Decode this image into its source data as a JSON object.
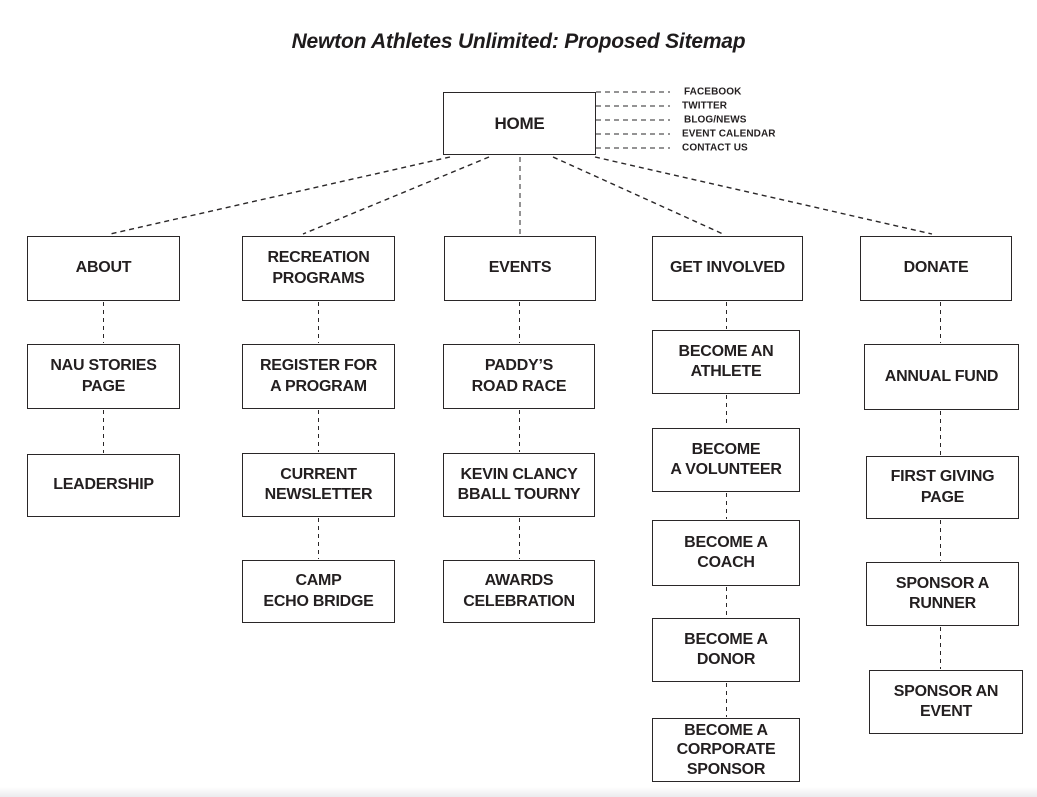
{
  "title": "Newton Athletes Unlimited: Proposed Sitemap",
  "home": {
    "label": "HOME"
  },
  "quick_links": [
    "FACEBOOK",
    "TWITTER",
    "BLOG/NEWS",
    "EVENT CALENDAR",
    "CONTACT US"
  ],
  "columns": [
    {
      "label": "ABOUT",
      "children": [
        "NAU STORIES\nPAGE",
        "LEADERSHIP"
      ]
    },
    {
      "label": "RECREATION\nPROGRAMS",
      "children": [
        "REGISTER FOR\nA PROGRAM",
        "CURRENT\nNEWSLETTER",
        "CAMP\nECHO BRIDGE"
      ]
    },
    {
      "label": "EVENTS",
      "children": [
        "PADDY’S\nROAD RACE",
        "KEVIN CLANCY\nBBALL TOURNY",
        "AWARDS\nCELEBRATION"
      ]
    },
    {
      "label": "GET INVOLVED",
      "children": [
        "BECOME AN\nATHLETE",
        "BECOME\nA VOLUNTEER",
        "BECOME A COACH",
        "BECOME A\nDONOR",
        "BECOME A\nCORPORATE\nSPONSOR"
      ]
    },
    {
      "label": "DONATE",
      "children": [
        "ANNUAL FUND",
        "FIRST GIVING\nPAGE",
        "SPONSOR A\nRUNNER",
        "SPONSOR AN\nEVENT"
      ]
    }
  ],
  "colors": {
    "ink": "#231f20",
    "background": "#ffffff"
  }
}
